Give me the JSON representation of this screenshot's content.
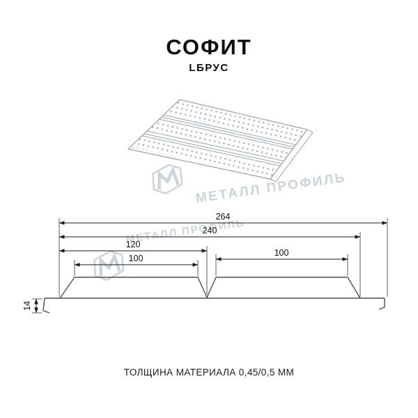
{
  "canvas": {
    "background": "#ffffff",
    "dimension_line_color": "#1a1a1a",
    "profile_line_color": "#4d4d4d",
    "panel_sketch_color": "#9aa5ae",
    "watermark_color": "#c9d1da"
  },
  "header": {
    "title": "СОФИТ",
    "subtitle": "LБРУС"
  },
  "watermark": {
    "brand": "МЕТАЛЛ ПРОФИЛЬ"
  },
  "diagram": {
    "dimensions": {
      "total_width": "264",
      "useful_width": "240",
      "center_offset": "120",
      "left_plank": "100",
      "right_plank": "100",
      "height": "14"
    }
  },
  "footer": {
    "caption": "ТОЛЩИНА МАТЕРИАЛА 0,45/0,5 ММ"
  }
}
